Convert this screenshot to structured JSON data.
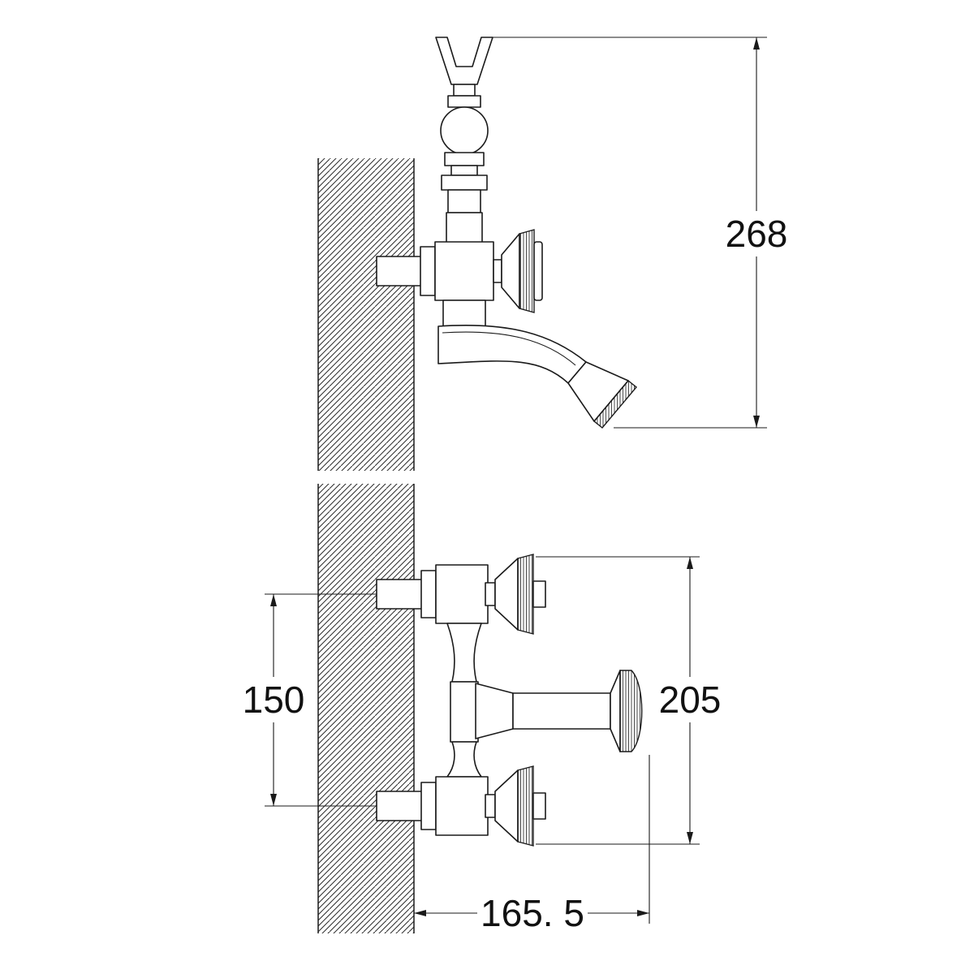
{
  "dimensions": {
    "overall_height": "268",
    "inlet_spacing": "150",
    "handle_span": "205",
    "spout_reach": "165. 5"
  }
}
